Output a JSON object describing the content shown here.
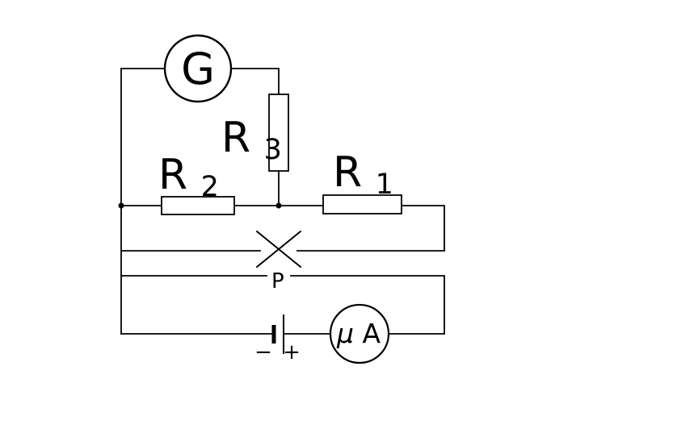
{
  "diagram": {
    "labels": {
      "galvanometer": "G",
      "r3": {
        "base": "R",
        "sub": "3"
      },
      "r2": {
        "base": "R",
        "sub": "2"
      },
      "r1": {
        "base": "R",
        "sub": "1"
      },
      "key": "P",
      "battery_minus": "−",
      "battery_plus": "+",
      "meter_micro": "μ",
      "meter_unit": "A"
    },
    "colors": {
      "line": "#000000",
      "background": "#ffffff"
    }
  }
}
